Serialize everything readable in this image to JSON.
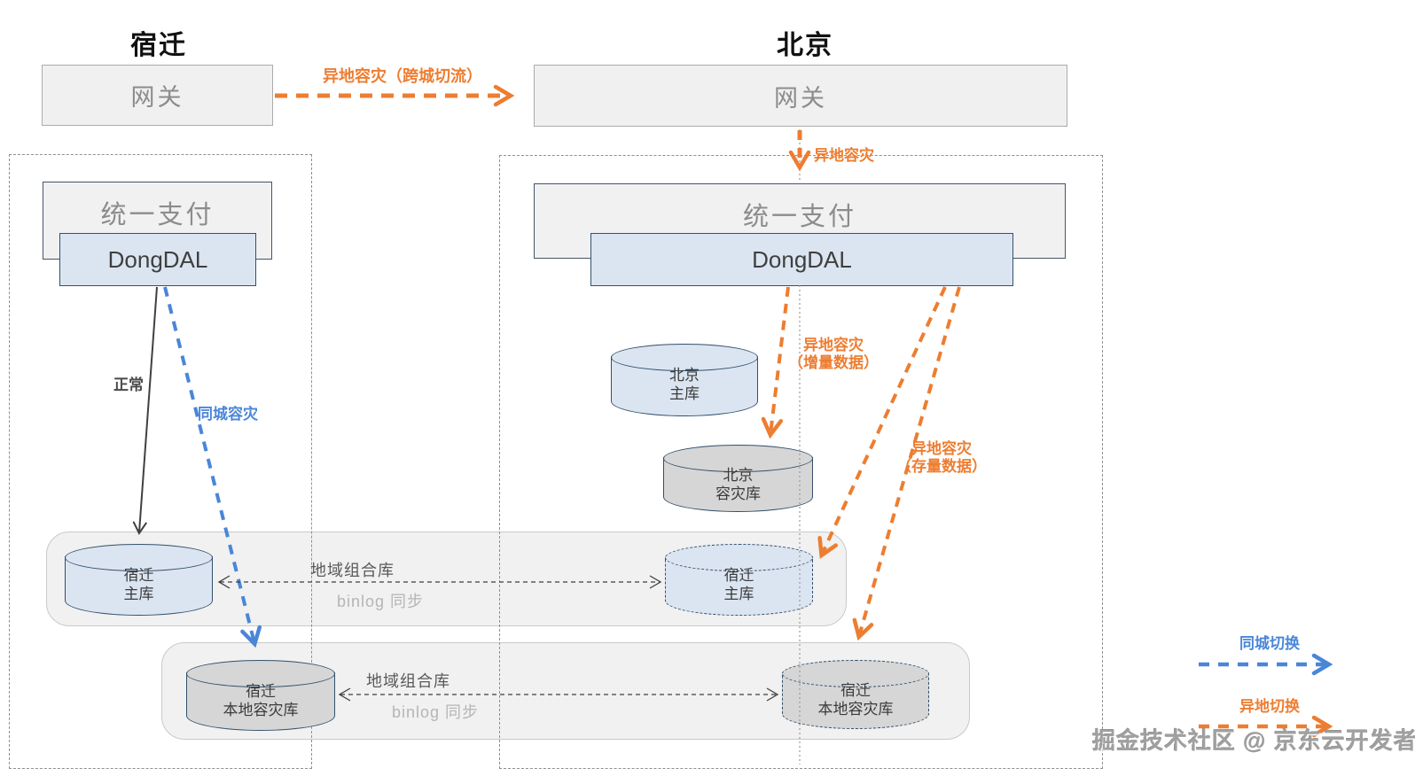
{
  "titles": {
    "left_region": "宿迁",
    "right_region": "北京"
  },
  "boxes": {
    "gateway_left": "网关",
    "gateway_right": "网关",
    "unipay_left": "统一支付",
    "unipay_right": "统一支付",
    "dongdal_left": "DongDAL",
    "dongdal_right": "DongDAL"
  },
  "databases": {
    "bj_master": {
      "line1": "北京",
      "line2": "主库"
    },
    "bj_dr": {
      "line1": "北京",
      "line2": "容灾库"
    },
    "sq_master_left": {
      "line1": "宿迁",
      "line2": "主库"
    },
    "sq_master_right": {
      "line1": "宿迁",
      "line2": "主库"
    },
    "sq_local_left": {
      "line1": "宿迁",
      "line2": "本地容灾库"
    },
    "sq_local_right": {
      "line1": "宿迁",
      "line2": "本地容灾库"
    }
  },
  "edge_labels": {
    "cross_city": "异地容灾（跨城切流）",
    "remote_dr_top": "异地容灾",
    "normal": "正常",
    "same_city_dr": "同城容灾",
    "incremental_line1": "异地容灾",
    "incremental_line2": "（增量数据）",
    "stock_line1": "异地容灾",
    "stock_line2": "（存量数据）"
  },
  "combo_rows": {
    "row1": {
      "title": "地域组合库",
      "subtitle": "binlog 同步"
    },
    "row2": {
      "title": "地域组合库",
      "subtitle": "binlog 同步"
    }
  },
  "legend": {
    "same_city_switch": "同城切换",
    "remote_switch": "异地切换"
  },
  "watermark": "掘金技术社区 @ 京东云开发者",
  "colors": {
    "orange": "#ed7d31",
    "blue": "#4a86d8",
    "navy_border": "#33506b",
    "box_gray": "#f0f0f0",
    "cylinder_blue": "#dbe5f1",
    "cylinder_gray": "#d6d6d6"
  }
}
